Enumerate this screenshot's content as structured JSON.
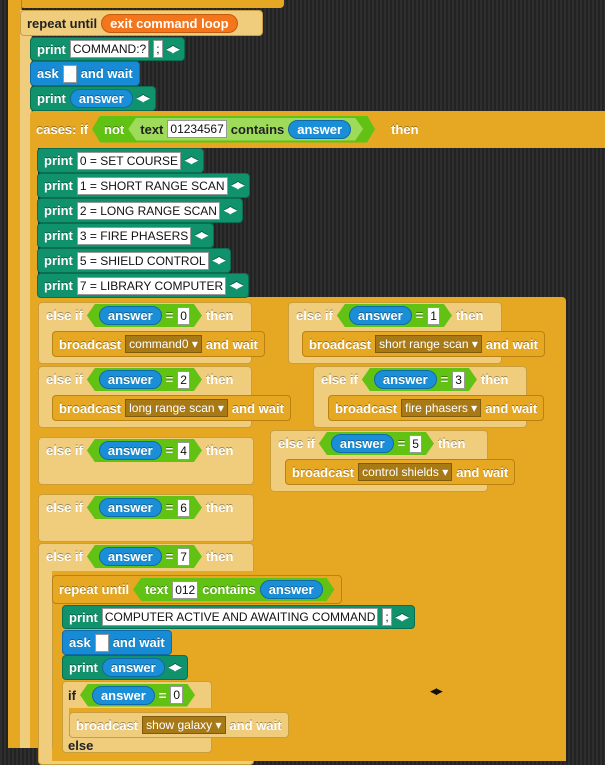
{
  "colors": {
    "control": "#e6a822",
    "control_zebra": "#f0cd7c",
    "pen": "#10926c",
    "sensing": "#178bd6",
    "operators": "#62c213",
    "variables": "#f3761d"
  },
  "outer": {
    "repeat_label": "repeat until",
    "condition": "exit command loop"
  },
  "print1": {
    "label": "print",
    "value": "COMMAND:?",
    "sep": ";"
  },
  "ask": {
    "label": "ask",
    "after": "and wait"
  },
  "print_answer": {
    "label": "print",
    "var": "answer"
  },
  "cases": {
    "label": "cases: if",
    "not": "not",
    "text": "text",
    "value": "01234567",
    "contains": "contains",
    "var": "answer",
    "then": "then"
  },
  "menu_prints": [
    "0 = SET COURSE",
    "1 = SHORT RANGE SCAN",
    "2 = LONG RANGE SCAN",
    "3 = FIRE PHASERS",
    "5 = SHIELD CONTROL",
    "7 = LIBRARY COMPUTER"
  ],
  "elseif": {
    "label": "else if",
    "var": "answer",
    "eq": "=",
    "then": "then",
    "broadcast": "broadcast",
    "and_wait": "and wait"
  },
  "branches": [
    {
      "value": "0",
      "message": "command0"
    },
    {
      "value": "1",
      "message": "short range scan"
    },
    {
      "value": "2",
      "message": "long range scan"
    },
    {
      "value": "3",
      "message": "fire phasers"
    },
    {
      "value": "4"
    },
    {
      "value": "5",
      "message": "control shields"
    },
    {
      "value": "6"
    },
    {
      "value": "7"
    }
  ],
  "inner": {
    "repeat_label": "repeat until",
    "text": "text",
    "value": "012",
    "contains": "contains",
    "var": "answer",
    "print_value": "COMPUTER ACTIVE AND AWAITING COMMAND",
    "sep": ";",
    "if_label": "if",
    "if_value": "0",
    "message": "show galaxy",
    "else_label": "else"
  }
}
